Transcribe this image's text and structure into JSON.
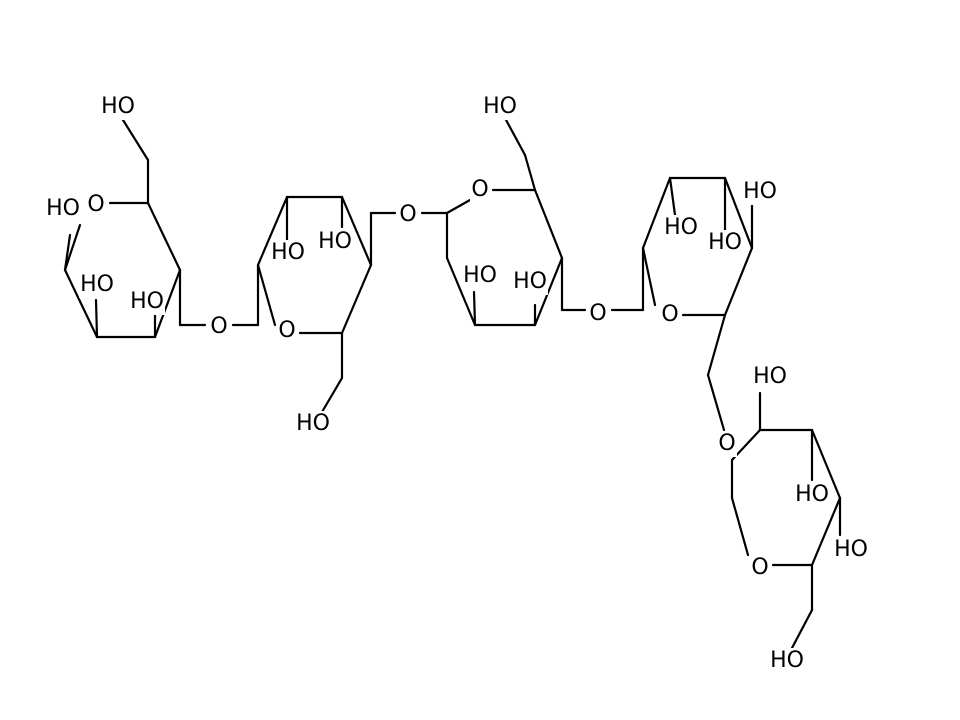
{
  "labels": {
    "ho": "HO",
    "ring_oxygen": "O",
    "bridge_oxygen": "O"
  },
  "colors": {
    "background": "#ffffff",
    "ink": "#000000"
  }
}
